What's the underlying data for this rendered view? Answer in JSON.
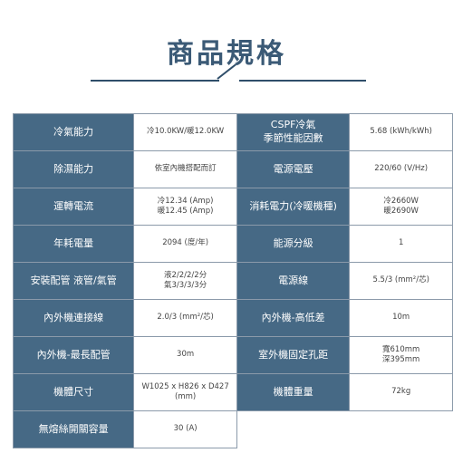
{
  "title": "商品規格",
  "rows": [
    {
      "l1": {
        "label_line1": "冷氣能力",
        "label_line2": ""
      },
      "v1": {
        "line1": "冷10.0KW/暖12.0KW",
        "line2": ""
      },
      "l2": {
        "label_line1": "CSPF冷氣",
        "label_line2": "季節性能因數"
      },
      "v2": {
        "line1": "5.68 (kWh/kWh)",
        "line2": ""
      }
    },
    {
      "l1": {
        "label_line1": "除濕能力",
        "label_line2": ""
      },
      "v1": {
        "line1": "依室內機搭配而訂",
        "line2": ""
      },
      "l2": {
        "label_line1": "電源電壓",
        "label_line2": ""
      },
      "v2": {
        "line1": "220/60 (V/Hz)",
        "line2": ""
      }
    },
    {
      "l1": {
        "label_line1": "運轉電流",
        "label_line2": ""
      },
      "v1": {
        "line1": "冷12.34 (Amp)",
        "line2": "暖12.45 (Amp)"
      },
      "l2": {
        "label_line1": "消耗電力(冷暖機種)",
        "label_line2": ""
      },
      "v2": {
        "line1": "冷2660W",
        "line2": "暖2690W"
      }
    },
    {
      "l1": {
        "label_line1": "年耗電量",
        "label_line2": ""
      },
      "v1": {
        "line1": "2094 (度/年)",
        "line2": ""
      },
      "l2": {
        "label_line1": "能源分級",
        "label_line2": ""
      },
      "v2": {
        "line1": "1",
        "line2": ""
      }
    },
    {
      "l1": {
        "label_line1": "安裝配管 液管/氣管",
        "label_line2": ""
      },
      "v1": {
        "line1": "液2/2/2/2分",
        "line2": "氣3/3/3/3分"
      },
      "l2": {
        "label_line1": "電源線",
        "label_line2": ""
      },
      "v2": {
        "line1": "5.5/3 (mm²/芯)",
        "line2": ""
      }
    },
    {
      "l1": {
        "label_line1": "內外機連接線",
        "label_line2": ""
      },
      "v1": {
        "line1": "2.0/3 (mm²/芯)",
        "line2": ""
      },
      "l2": {
        "label_line1": "內外機-高低差",
        "label_line2": ""
      },
      "v2": {
        "line1": "10m",
        "line2": ""
      }
    },
    {
      "l1": {
        "label_line1": "內外機-最長配管",
        "label_line2": ""
      },
      "v1": {
        "line1": "30m",
        "line2": ""
      },
      "l2": {
        "label_line1": "室外機固定孔距",
        "label_line2": ""
      },
      "v2": {
        "line1": "寬610mm",
        "line2": "深395mm"
      }
    },
    {
      "l1": {
        "label_line1": "機體尺寸",
        "label_line2": ""
      },
      "v1": {
        "line1": "W1025 x H826 x D427 (mm)",
        "line2": ""
      },
      "l2": {
        "label_line1": "機體重量",
        "label_line2": ""
      },
      "v2": {
        "line1": "72kg",
        "line2": ""
      }
    },
    {
      "l1": {
        "label_line1": "無熔絲開關容量",
        "label_line2": ""
      },
      "v1": {
        "line1": "30 (A)",
        "line2": ""
      }
    }
  ]
}
